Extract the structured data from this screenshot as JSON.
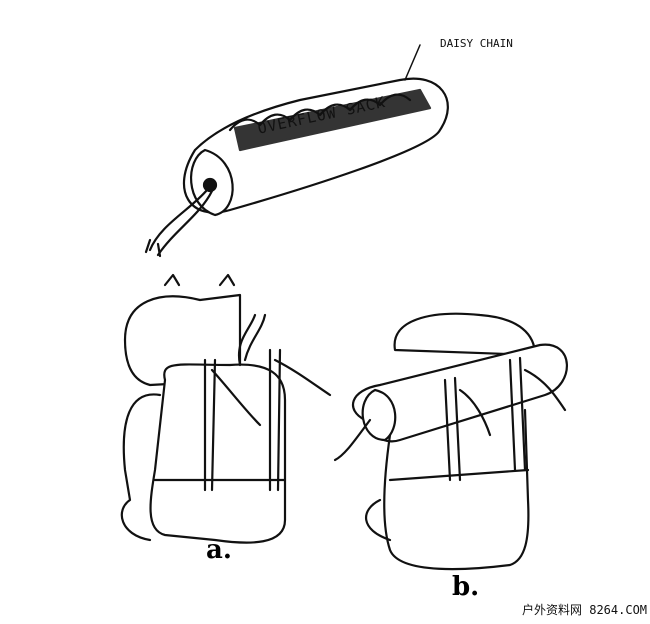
{
  "labels": {
    "daisy_chain": "DAISY CHAIN",
    "overflow_sack": "OVERFLOW SACK"
  },
  "captions": {
    "a": "a.",
    "b": "b."
  },
  "watermark": "户外资料网 8264.COM",
  "colors": {
    "ink": "#111111",
    "paper": "#ffffff"
  }
}
